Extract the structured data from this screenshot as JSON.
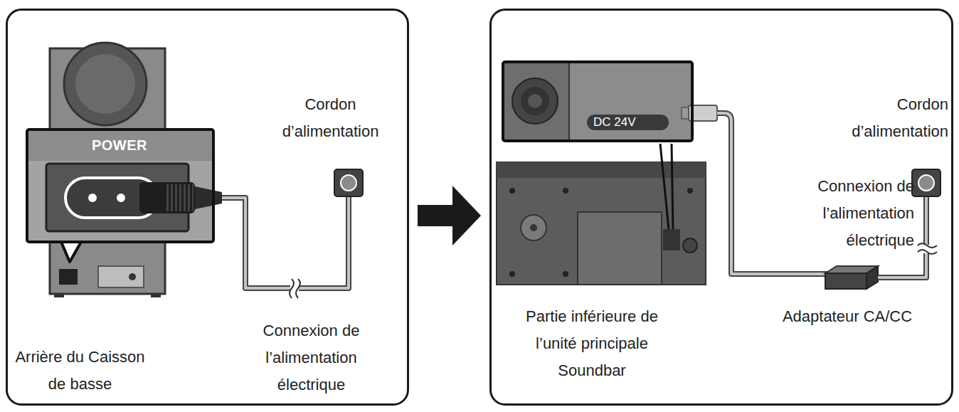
{
  "diagram": {
    "nodes": [
      {
        "text": [
          "Cordon d’alimentation",
          "Connexion de l’alimentation électrique",
          "Arrière du Caisson de basse"
        ]
      },
      {
        "text": [
          "POWER"
        ],
        "in": 0
      },
      {
        "text": [
          "Cordon d’alimentation",
          "Connexion de l’alimentation électrique",
          "Partie inférieure de l’unité principale Soundbar",
          "Adaptateur CA/CC"
        ]
      },
      {
        "text": [
          "DC 24V"
        ],
        "in": 2
      }
    ],
    "edges": [
      {
        "from": 0,
        "to": 2,
        "arrow": "to"
      }
    ]
  }
}
